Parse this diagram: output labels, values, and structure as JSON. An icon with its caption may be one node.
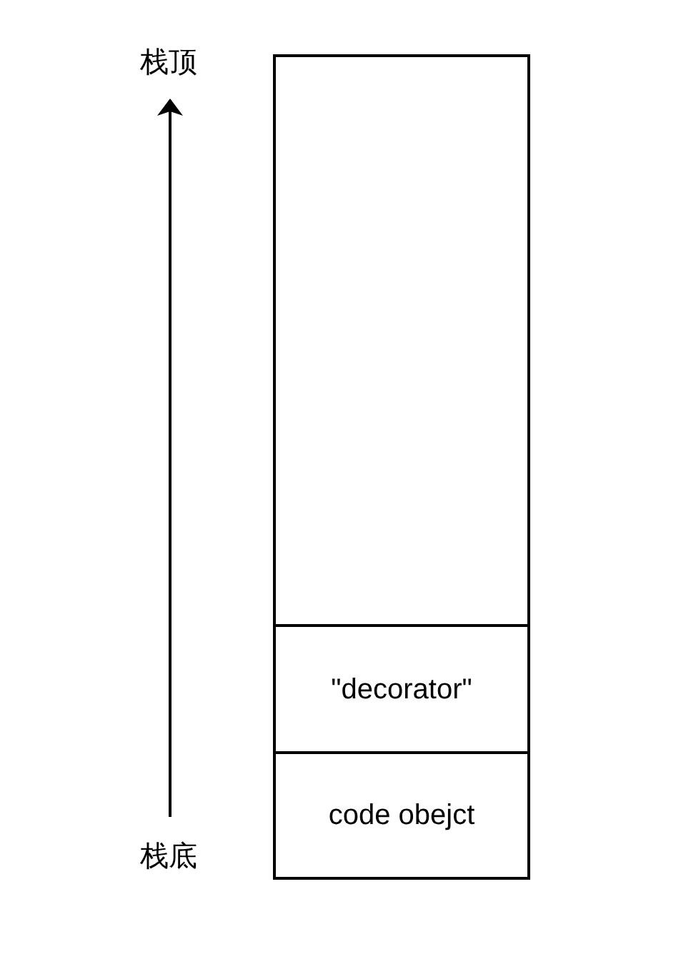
{
  "diagram": {
    "nodes": [
      {
        "text": [
          "栈顶"
        ]
      },
      {
        "text": [],
        "shape": "box"
      },
      {
        "text": [
          "\"decorator\""
        ],
        "in": 1
      },
      {
        "text": [
          "code obejct"
        ],
        "in": 1
      },
      {
        "text": [
          "栈底"
        ]
      }
    ],
    "edges": [
      {
        "from": 4,
        "to": 0,
        "arrow": "to"
      }
    ]
  }
}
